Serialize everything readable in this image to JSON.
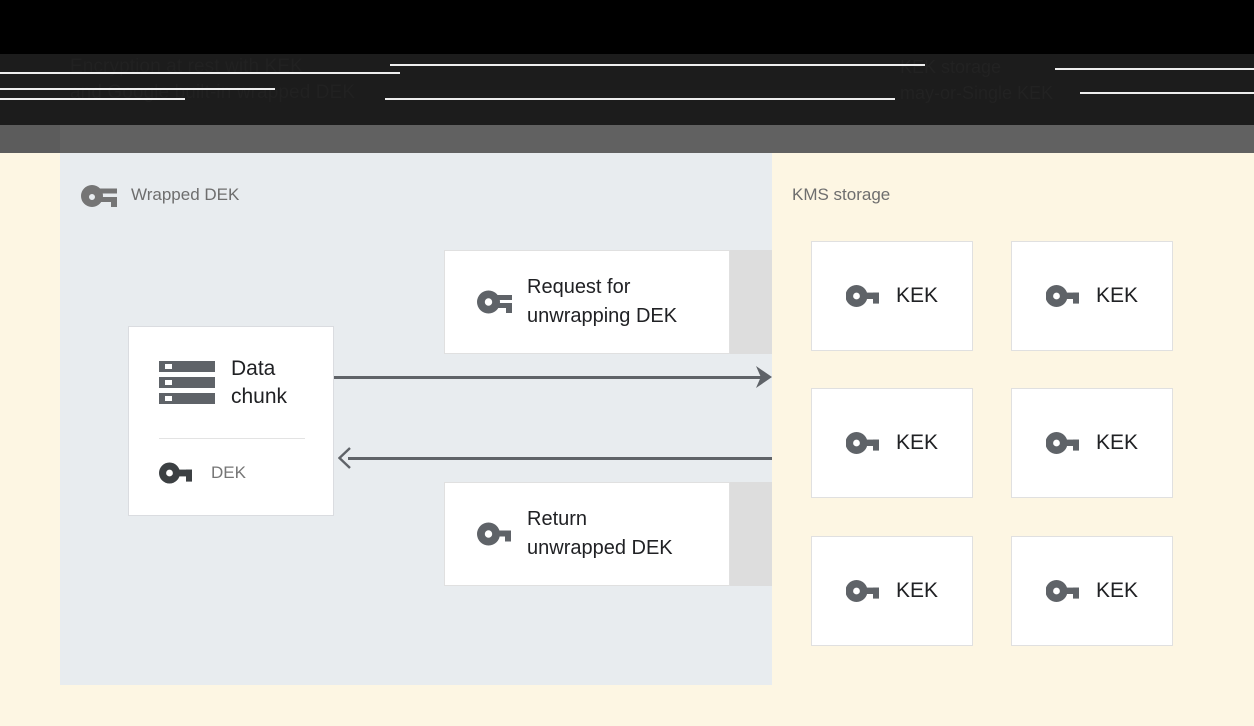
{
  "header": {
    "title": "Encryption at rest with KEK\nand Google built-in wrapped DEK",
    "right_title": "KEK storage\nmay-or-Single KEK"
  },
  "panels": {
    "left": {
      "label": "Wrapped DEK",
      "icon": "key-icon"
    },
    "right": {
      "label": "KMS storage"
    }
  },
  "data_chunk_card": {
    "icon": "server-icon",
    "title": "Data\nchunk",
    "key_icon": "key-icon",
    "key_label": "DEK"
  },
  "messages": [
    {
      "id": "request",
      "icon": "key-icon",
      "text": "Request for\nunwrapping DEK"
    },
    {
      "id": "return",
      "icon": "key-icon",
      "text": "Return\nunwrapped DEK"
    }
  ],
  "arrows": [
    {
      "id": "arrow-right",
      "direction": "right",
      "name": "request-arrow"
    },
    {
      "id": "arrow-left",
      "direction": "left",
      "name": "return-arrow"
    }
  ],
  "kek_boxes": [
    {
      "icon": "key-icon",
      "label": "KEK"
    },
    {
      "icon": "key-icon",
      "label": "KEK"
    },
    {
      "icon": "key-icon",
      "label": "KEK"
    },
    {
      "icon": "key-icon",
      "label": "KEK"
    },
    {
      "icon": "key-icon",
      "label": "KEK"
    },
    {
      "icon": "key-icon",
      "label": "KEK"
    }
  ],
  "colors": {
    "background_cream": "#fdf6e3",
    "panel_left": "#e8ecef",
    "header_dark": "#1c1c1c",
    "gray_band": "#616161",
    "icon_gray": "#5f6368",
    "text_primary": "#202124",
    "text_muted": "#757575"
  }
}
